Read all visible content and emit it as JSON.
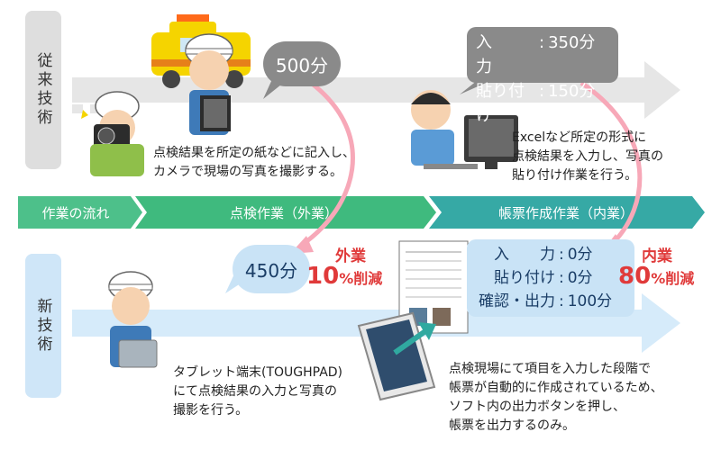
{
  "labels": {
    "old_tech": "従来技術",
    "new_tech": "新技術"
  },
  "flow": {
    "start": "作業の流れ",
    "field": "点検作業（外業）",
    "office": "帳票作成作業（内業）"
  },
  "old": {
    "field_text": "点検結果を所定の紙などに記入し、\nカメラで現場の写真を撮影する。",
    "time_bubble": "500分",
    "office_box": {
      "input_label": "入　　力",
      "input_value": "350分",
      "paste_label": "貼り付け",
      "paste_value": "150分"
    },
    "office_text": "Excelなど所定の形式に\n点検結果を入力し、写真の\n貼り付け作業を行う。"
  },
  "new": {
    "time_bubble": "450分",
    "field_reduction": {
      "label": "外業",
      "value": "10",
      "unit": "%削減"
    },
    "office_box": {
      "input_label": "入　　力",
      "input_value": "0分",
      "paste_label": "貼り付け",
      "paste_value": "0分",
      "confirm_label": "確認・出力",
      "confirm_value": "100分"
    },
    "office_reduction": {
      "label": "内業",
      "value": "80",
      "unit": "%削減"
    },
    "field_text": "タブレット端末(TOUGHPAD)\nにて点検結果の入力と写真の\n撮影を行う。",
    "office_text": "点検現場にて項目を入力した段階で\n帳票が自動的に作成されているため、\nソフト内の出力ボタンを押し、\n帳票を出力するのみ。"
  },
  "colors": {
    "flow_green": "#3fba7e",
    "flow_teal": "#36a9a5",
    "flow_start": "#4dc08a",
    "arrow_gray": "#e6e6e6",
    "arrow_blue": "#d6ebfa",
    "pink_arrow": "#f7a8b8",
    "red": "#e03a3a"
  }
}
